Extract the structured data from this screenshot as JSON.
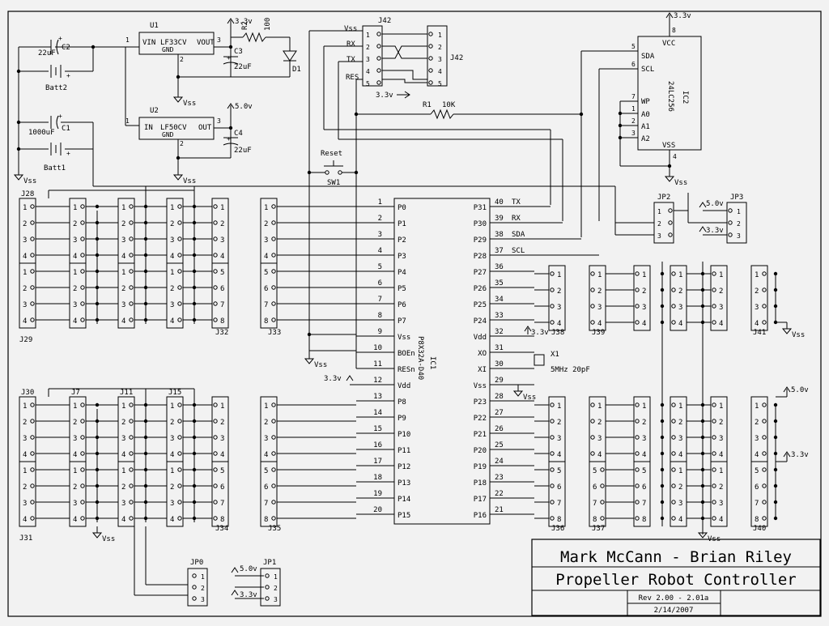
{
  "title_block": {
    "authors": "Mark McCann - Brian Riley",
    "title": "Propeller Robot Controller",
    "rev": "Rev 2.00 - 2.01a",
    "date": "2/14/2007"
  },
  "power": {
    "c2": "C2",
    "c2_val": "22uF",
    "batt2": "Batt2",
    "c1": "C1",
    "c1_val": "1000uF",
    "batt1": "Batt1",
    "u1": "U1",
    "u1_part": "LF33CV",
    "u1_vin": "VIN",
    "u1_vout": "VOUT",
    "u1_gnd": "GND",
    "u2": "U2",
    "u2_part": "LF50CV",
    "u2_in": "IN",
    "u2_out": "OUT",
    "u2_gnd": "GND",
    "r2": "R2",
    "r2_val": "100",
    "d1": "D1",
    "c3": "C3",
    "c3_val": "22uF",
    "c4": "C4",
    "c4_val": "22uF",
    "v33": "3.3v",
    "v50": "5.0v",
    "vss": "Vss",
    "pin1": "1",
    "pin2": "2",
    "pin3": "3",
    "plus": "+"
  },
  "j42": {
    "name": "J42",
    "vss": "Vss",
    "rx": "RX",
    "tx": "TX",
    "res": "RES",
    "v33": "3.3v",
    "pins": [
      "1",
      "2",
      "3",
      "4",
      "5"
    ]
  },
  "r1": {
    "name": "R1",
    "val": "10K"
  },
  "reset": {
    "label": "Reset",
    "ref": "SW1"
  },
  "ic2": {
    "name": "IC2",
    "part": "24LC256",
    "vcc": "VCC",
    "sda": "SDA",
    "scl": "SCL",
    "wp": "WP",
    "a0": "A0",
    "a1": "A1",
    "a2": "A2",
    "vss": "VSS",
    "pin_vcc": "8",
    "pin_sda": "5",
    "pin_scl": "6",
    "pin_wp": "7",
    "pin_a0": "1",
    "pin_a1": "2",
    "pin_a2": "3",
    "pin_vss": "4",
    "v33": "3.3v",
    "gnd": "Vss"
  },
  "ic1": {
    "name": "IC1",
    "part": "P8X32A-D40",
    "left": [
      {
        "num": "1",
        "name": "P0"
      },
      {
        "num": "2",
        "name": "P1"
      },
      {
        "num": "3",
        "name": "P2"
      },
      {
        "num": "4",
        "name": "P3"
      },
      {
        "num": "5",
        "name": "P4"
      },
      {
        "num": "6",
        "name": "P5"
      },
      {
        "num": "7",
        "name": "P6"
      },
      {
        "num": "8",
        "name": "P7"
      },
      {
        "num": "9",
        "name": "Vss"
      },
      {
        "num": "10",
        "name": "BOEn"
      },
      {
        "num": "11",
        "name": "RESn"
      },
      {
        "num": "12",
        "name": "Vdd"
      },
      {
        "num": "13",
        "name": "P8"
      },
      {
        "num": "14",
        "name": "P9"
      },
      {
        "num": "15",
        "name": "P10"
      },
      {
        "num": "16",
        "name": "P11"
      },
      {
        "num": "17",
        "name": "P12"
      },
      {
        "num": "18",
        "name": "P13"
      },
      {
        "num": "19",
        "name": "P14"
      },
      {
        "num": "20",
        "name": "P15"
      }
    ],
    "right": [
      {
        "num": "40",
        "name": "P31",
        "sig": "TX"
      },
      {
        "num": "39",
        "name": "P30",
        "sig": "RX"
      },
      {
        "num": "38",
        "name": "P29",
        "sig": "SDA"
      },
      {
        "num": "37",
        "name": "P28",
        "sig": "SCL"
      },
      {
        "num": "36",
        "name": "P27",
        "sig": ""
      },
      {
        "num": "35",
        "name": "P26",
        "sig": ""
      },
      {
        "num": "34",
        "name": "P25",
        "sig": ""
      },
      {
        "num": "33",
        "name": "P24",
        "sig": ""
      },
      {
        "num": "32",
        "name": "Vdd",
        "sig": ""
      },
      {
        "num": "31",
        "name": "XO",
        "sig": ""
      },
      {
        "num": "30",
        "name": "XI",
        "sig": ""
      },
      {
        "num": "29",
        "name": "Vss",
        "sig": ""
      },
      {
        "num": "28",
        "name": "P23",
        "sig": ""
      },
      {
        "num": "27",
        "name": "P22",
        "sig": ""
      },
      {
        "num": "26",
        "name": "P21",
        "sig": ""
      },
      {
        "num": "25",
        "name": "P20",
        "sig": ""
      },
      {
        "num": "24",
        "name": "P19",
        "sig": ""
      },
      {
        "num": "23",
        "name": "P18",
        "sig": ""
      },
      {
        "num": "22",
        "name": "P17",
        "sig": ""
      },
      {
        "num": "21",
        "name": "P16",
        "sig": ""
      }
    ]
  },
  "crystal": {
    "name": "X1",
    "val": "5MHz 20pF"
  },
  "supply_labels": {
    "v33": "3.3v",
    "v50": "5.0v",
    "vss": "Vss"
  },
  "connectors": {
    "J28": "J28",
    "J29": "J29",
    "J32": "J32",
    "J33": "J33",
    "J30": "J30",
    "J7": "J7",
    "J11": "J11",
    "J15": "J15",
    "J31": "J31",
    "J34": "J34",
    "J35": "J35",
    "J36": "J36",
    "J37": "J37",
    "J38": "J38",
    "J39": "J39",
    "J40": "J40",
    "J41": "J41",
    "JP0": "JP0",
    "JP1": "JP1",
    "JP2": "JP2",
    "JP3": "JP3"
  },
  "pins_1_8": [
    "1",
    "2",
    "3",
    "4",
    "5",
    "6",
    "7",
    "8"
  ],
  "pins_1_4": [
    "1",
    "2",
    "3",
    "4"
  ],
  "pins_5_8": [
    "5",
    "6",
    "7",
    "8"
  ],
  "pins_1_3": [
    "1",
    "2",
    "3"
  ]
}
